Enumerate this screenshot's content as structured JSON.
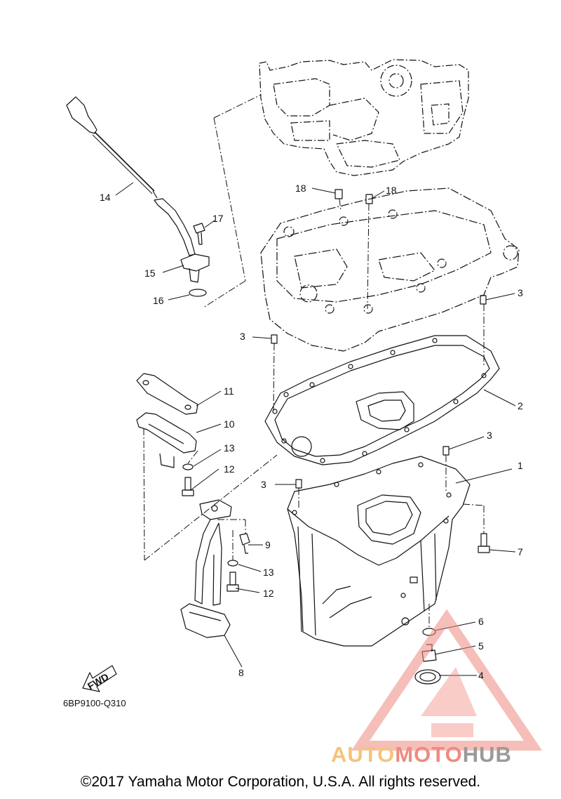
{
  "diagram": {
    "callouts": [
      {
        "id": "c1",
        "label": "1"
      },
      {
        "id": "c2",
        "label": "2"
      },
      {
        "id": "c3a",
        "label": "3"
      },
      {
        "id": "c3b",
        "label": "3"
      },
      {
        "id": "c3c",
        "label": "3"
      },
      {
        "id": "c3d",
        "label": "3"
      },
      {
        "id": "c4",
        "label": "4"
      },
      {
        "id": "c5",
        "label": "5"
      },
      {
        "id": "c6",
        "label": "6"
      },
      {
        "id": "c7",
        "label": "7"
      },
      {
        "id": "c8",
        "label": "8"
      },
      {
        "id": "c9",
        "label": "9"
      },
      {
        "id": "c10",
        "label": "10"
      },
      {
        "id": "c11",
        "label": "11"
      },
      {
        "id": "c12a",
        "label": "12"
      },
      {
        "id": "c12b",
        "label": "12"
      },
      {
        "id": "c13a",
        "label": "13"
      },
      {
        "id": "c13b",
        "label": "13"
      },
      {
        "id": "c14",
        "label": "14"
      },
      {
        "id": "c15",
        "label": "15"
      },
      {
        "id": "c16",
        "label": "16"
      },
      {
        "id": "c17",
        "label": "17"
      },
      {
        "id": "c18a",
        "label": "18"
      },
      {
        "id": "c18b",
        "label": "18"
      }
    ],
    "fwd_label": "FWD",
    "doc_code": "6BP9100-Q310",
    "copyright": "©2017 Yamaha Motor Corporation, U.S.A. All rights reserved."
  },
  "watermark": {
    "part1": "AUTO",
    "part2": "MOTO",
    "part3": "HUB",
    "color_triangle": "#f08a80",
    "color_auto": "#f4c47a",
    "color_hub": "#9a9a9a"
  }
}
